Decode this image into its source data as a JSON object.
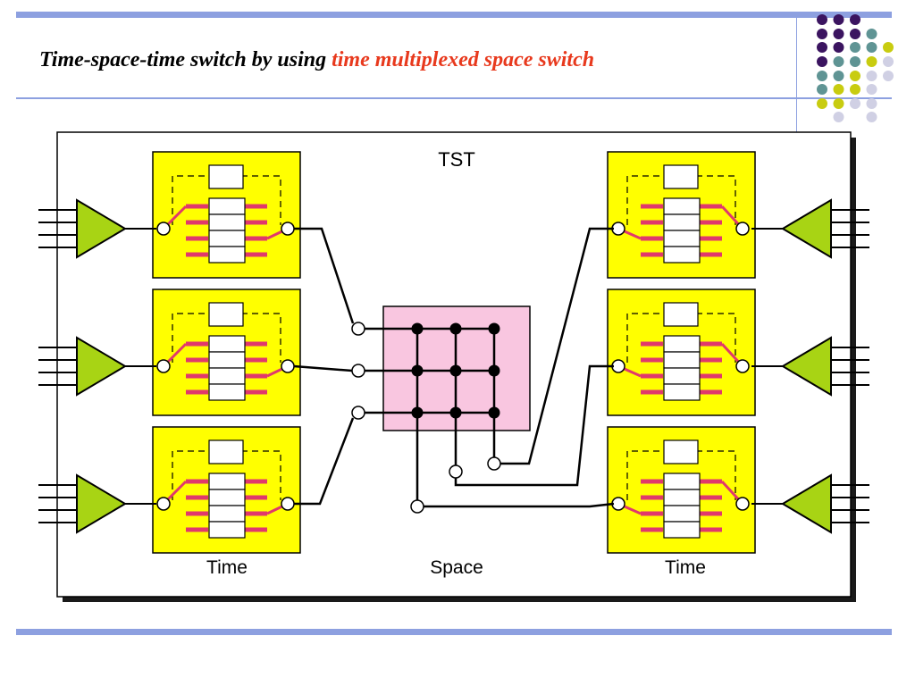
{
  "slide": {
    "title_prefix": "Time-space-time switch by using ",
    "title_accent": "time multiplexed space switch"
  },
  "colors": {
    "accent_bar": "#8da0e0",
    "title_accent": "#e8391d",
    "time_slot_box": "#ffff00",
    "space_switch": "#f9c6e0",
    "slot_bars": "#e0386c",
    "amplifier": "#a8d414",
    "dot_palette": [
      "#3b1460",
      "#5f9494",
      "#c8cc10",
      "#d0d0e4"
    ]
  },
  "diagram": {
    "frame_label": "TST",
    "left_label": "Time",
    "center_label": "Space",
    "right_label": "Time",
    "input_lines_per_channel": 4,
    "channels": 3,
    "time_slots_per_unit": 4,
    "crossbar_size": "3x3"
  }
}
